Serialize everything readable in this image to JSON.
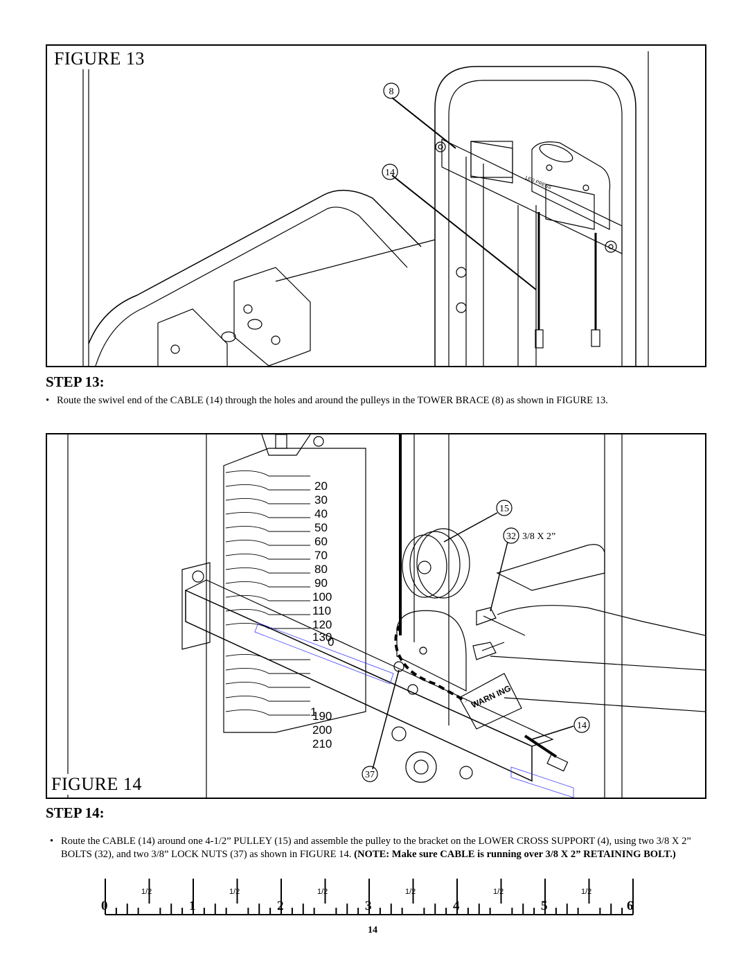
{
  "figure13": {
    "title": "FIGURE 13",
    "callouts": [
      "8",
      "14"
    ]
  },
  "step13": {
    "title": "STEP 13:",
    "text": "Route the swivel end of the CABLE (14) through the holes and around the pulleys in the TOWER BRACE (8) as shown in FIGURE 13."
  },
  "figure14": {
    "title": "FIGURE 14",
    "callouts": [
      "15",
      "32",
      "14",
      "37"
    ],
    "bolt_spec": "3/8 X 2”",
    "weight_labels": [
      "20",
      "30",
      "40",
      "50",
      "60",
      "70",
      "80",
      "90",
      "100",
      "110",
      "120",
      "130",
      "0",
      "1",
      "190",
      "200",
      "210"
    ],
    "warning_text": "WARN ING",
    "bracket_text": "LEG PRESS"
  },
  "step14": {
    "title": "STEP 14:",
    "text": "Route the CABLE (14) around one 4-1/2”  PULLEY  (15) and assemble the pulley to the bracket on the  LOWER CROSS SUPPORT (4), using  two 3/8 X 2”  BOLTS (32), and two 3/8” LOCK NUTS (37) as shown in FIGURE 14.",
    "note": "(NOTE: Make sure CABLE is running over 3/8 X 2” RETAINING BOLT.)"
  },
  "ruler": {
    "numbers": [
      "0",
      "1",
      "2",
      "3",
      "4",
      "5",
      "6"
    ],
    "half_label": "1/2"
  },
  "page_number": "14"
}
